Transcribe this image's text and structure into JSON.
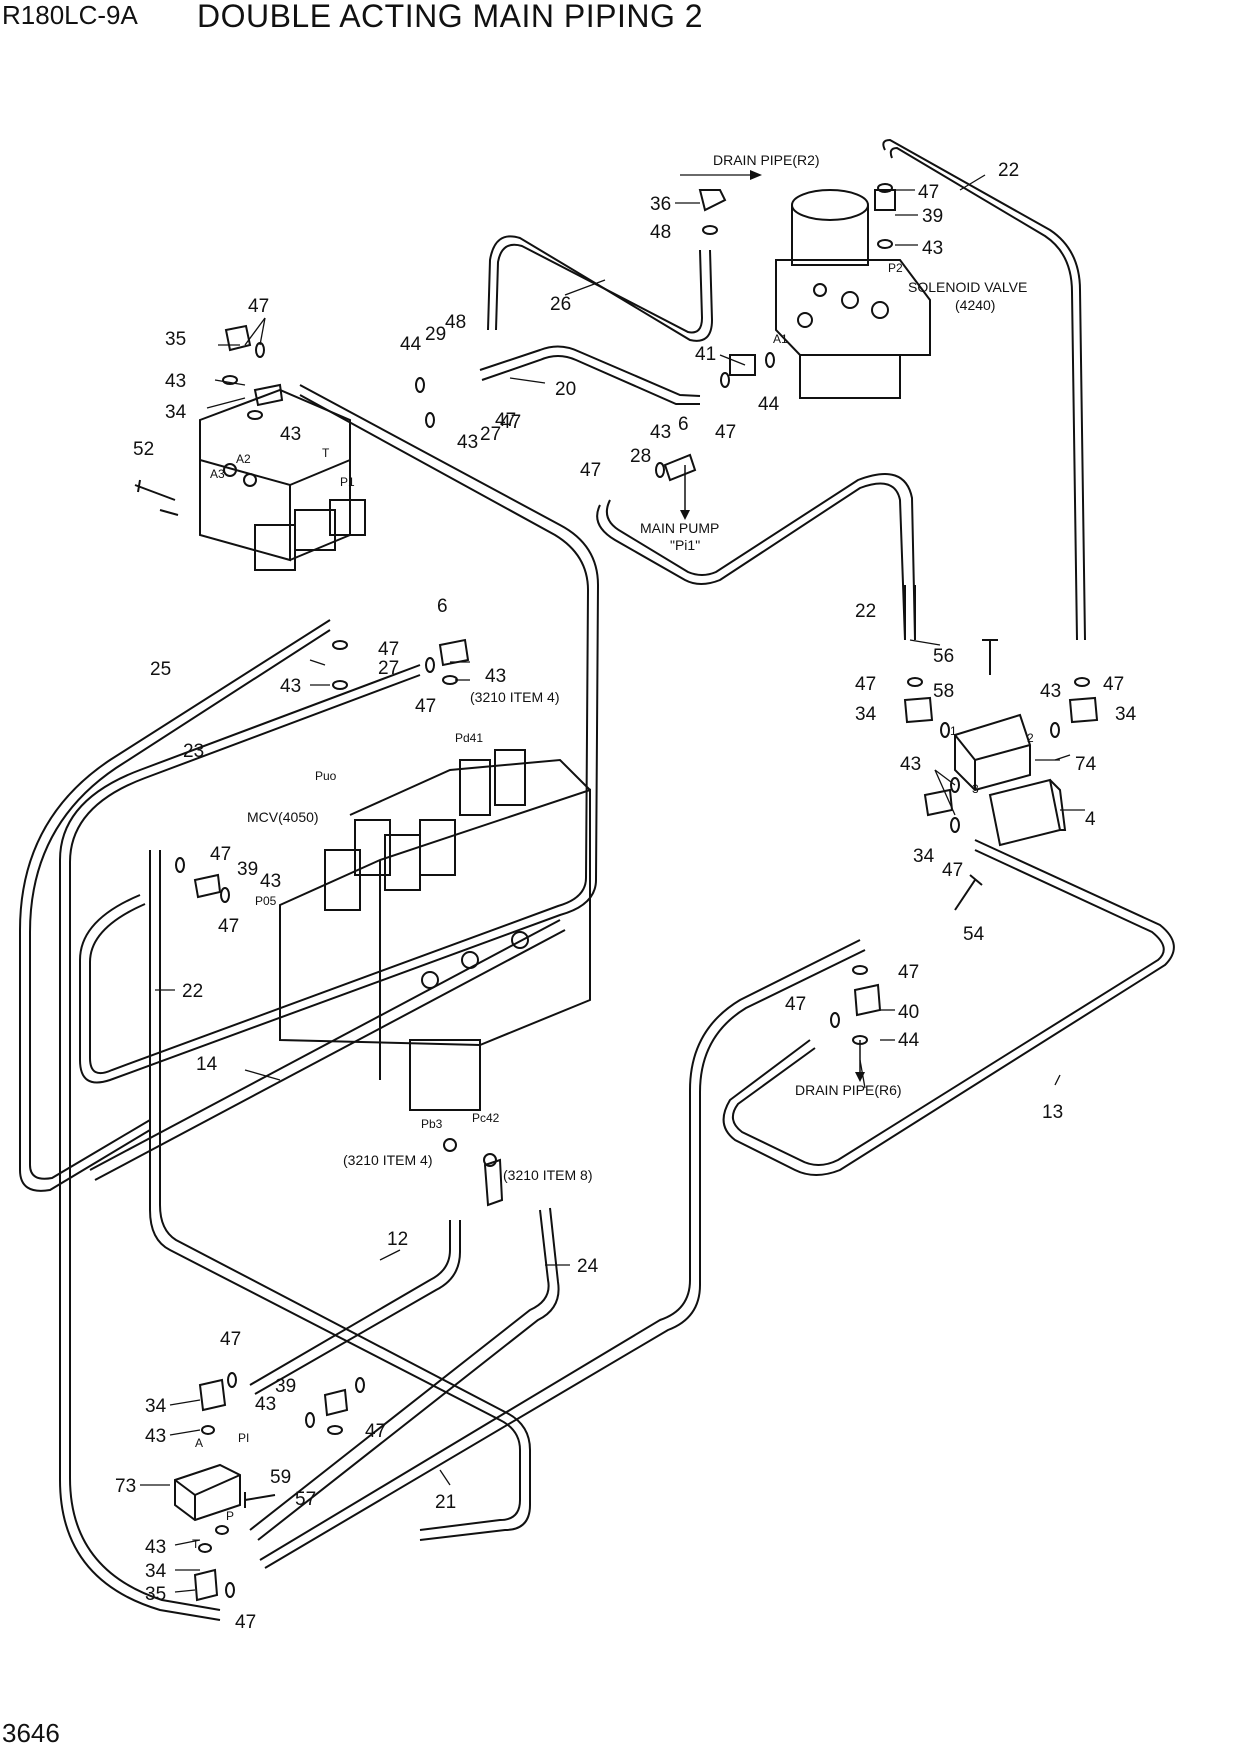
{
  "header": {
    "model": "R180LC-9A",
    "title": "DOUBLE ACTING MAIN PIPING 2"
  },
  "footer": {
    "page_number": "3646"
  },
  "labels": {
    "drain_r2": "DRAIN PIPE(R2)",
    "solenoid_1": "SOLENOID VALVE",
    "solenoid_2": "(4240)",
    "main_pump_1": "MAIN PUMP",
    "main_pump_2": "\"Pi1\"",
    "mcv": "MCV(4050)",
    "item4_a": "(3210 ITEM 4)",
    "item4_b": "(3210 ITEM 4)",
    "item8": "(3210 ITEM 8)",
    "drain_r6": "DRAIN PIPE(R6)"
  },
  "ports": [
    "A1",
    "P2",
    "A3",
    "A2",
    "T",
    "P1",
    "Puo",
    "Pd41",
    "P05",
    "Pb3",
    "Pc42",
    "A",
    "PI",
    "T",
    "P",
    "1",
    "2",
    "3"
  ],
  "callouts": [
    "36",
    "48",
    "47",
    "39",
    "43",
    "22",
    "26",
    "20",
    "41",
    "44",
    "47",
    "6",
    "43",
    "47",
    "28",
    "47",
    "35",
    "47",
    "43",
    "34",
    "43",
    "52",
    "44",
    "29",
    "48",
    "43",
    "27",
    "47",
    "6",
    "47",
    "27",
    "43",
    "47",
    "43",
    "25",
    "23",
    "22",
    "56",
    "47",
    "58",
    "43",
    "47",
    "34",
    "34",
    "43",
    "74",
    "4",
    "34",
    "47",
    "54",
    "47",
    "39",
    "43",
    "47",
    "22",
    "14",
    "47",
    "40",
    "47",
    "44",
    "13",
    "12",
    "24",
    "47",
    "34",
    "43",
    "39",
    "43",
    "47",
    "73",
    "59",
    "57",
    "43",
    "34",
    "35",
    "47",
    "21"
  ]
}
